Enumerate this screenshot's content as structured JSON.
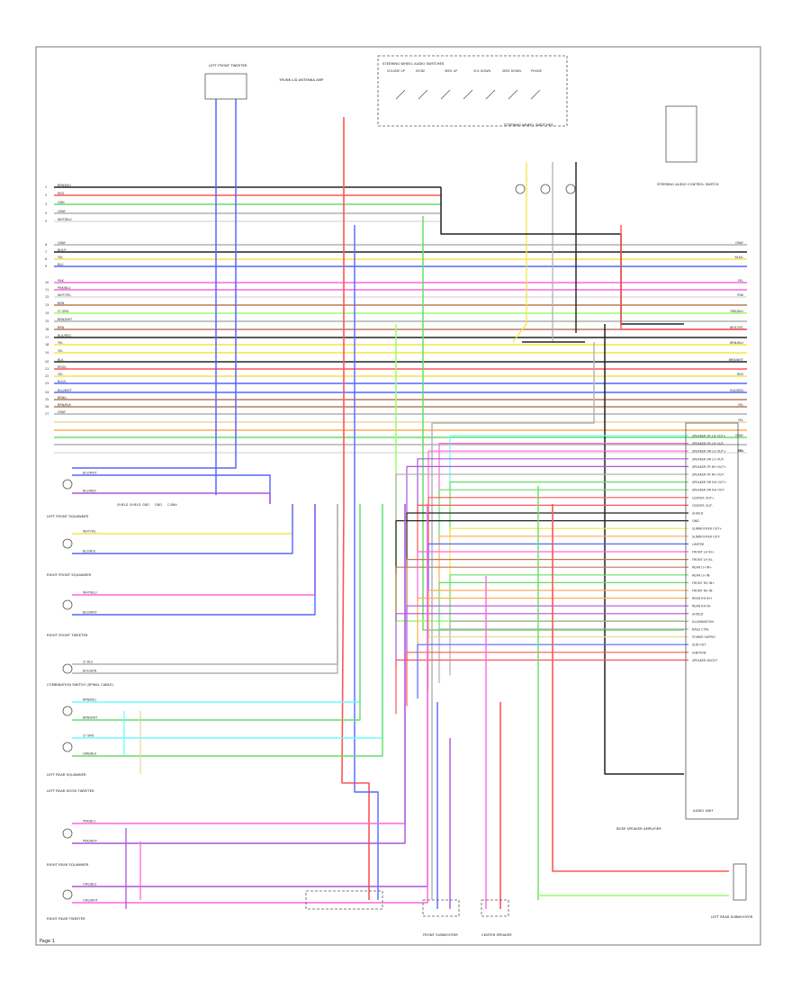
{
  "colors": {
    "BLACK": "#222222",
    "RED": "#ff5555",
    "GREEN": "#66dd66",
    "GRAY": "#b0b0b0",
    "WHITE": "#dddddd",
    "YELLOW": "#f2e64a",
    "PINK": "#ff66dd",
    "BLUE": "#5566ff",
    "LT GREEN": "#99ff66",
    "ORANGE": "#ffaa55",
    "BROWN": "#b97a57",
    "VIOLET": "#aa55dd",
    "LT BLUE": "#66ffff",
    "TAN": "#e8d8a0"
  },
  "components": [
    {
      "id": "left-front-tweeter",
      "label": "LEFT FRONT TWEETER"
    },
    {
      "id": "antenna-amp",
      "label": "TRUNK LID ANTENNA AMP"
    },
    {
      "id": "steering-switches",
      "label": "STEERING WHEEL AUDIO SWITCHES"
    },
    {
      "id": "steering-relays",
      "label": "STEERING WHEEL SWITCHES"
    },
    {
      "id": "combination-switch",
      "label": "COMBINATION SWITCH (SPIRAL CABLE)"
    },
    {
      "id": "steering-audio-control",
      "label": "STEERING AUDIO CONTROL SWITCH"
    },
    {
      "id": "left-front-speaker",
      "label": "LEFT FRONT SQUAWKER"
    },
    {
      "id": "right-front-speaker",
      "label": "RIGHT FRONT SQUAWKER"
    },
    {
      "id": "right-front-tweeter",
      "label": "RIGHT FRONT TWEETER"
    },
    {
      "id": "left-rear-speaker",
      "label": "LEFT REAR SQUAWKER"
    },
    {
      "id": "left-rear-tweeter",
      "label": "LEFT REAR DOOR TWEETER"
    },
    {
      "id": "right-rear-speaker",
      "label": "RIGHT REAR SQUAWKER"
    },
    {
      "id": "right-rear-tweeter",
      "label": "RIGHT REAR TWEETER"
    },
    {
      "id": "audio-unit",
      "label": "AUDIO UNIT"
    },
    {
      "id": "bose-amplifier",
      "label": "BOSE SPEAKER AMPLIFIER"
    },
    {
      "id": "front-subwoofer",
      "label": "FRONT SUBWOOFER"
    },
    {
      "id": "center-speaker",
      "label": "CENTER SPEAKER"
    },
    {
      "id": "left-rear-subwoofer",
      "label": "LEFT REAR SUBWOOFER"
    }
  ],
  "amp_pins": [
    "SPEAKER FR LH OUT+",
    "SPEAKER FR LH OUT-",
    "SPEAKER RR LH OUT+",
    "SPEAKER RR LH OUT-",
    "SPEAKER FR RH OUT+",
    "SPEAKER FR RH OUT-",
    "SPEAKER RR RH OUT+",
    "SPEAKER RR RH OUT-",
    "CENTER OUT+",
    "CENTER OUT-",
    "SHIELD",
    "GND",
    "SUBWOOFER OUT+",
    "SUBWOOFER OUT-",
    "LIMITER",
    "FRONT LH IN+",
    "FRONT LH IN-",
    "REAR LH IN+",
    "REAR LH IN-",
    "FRONT RH IN+",
    "FRONT RH IN-",
    "REAR RH IN+",
    "REAR RH IN-",
    "SHIELD",
    "ILLUMINATION",
    "BASS CTRL",
    "POWER SUPPLY",
    "SUB OUT",
    "IGNITION",
    "SPEAKER BOOST"
  ],
  "wire_labels": {
    "bus_left": [
      "BRN/BLU",
      "RED",
      "GRN",
      "GRAY",
      "WHT/BLU",
      "GRAY",
      "BLK/Y",
      "YEL",
      "BLU",
      "PNK",
      "PNK/BLU",
      "WHT/YEL",
      "BRN",
      "LT GRN",
      "BRN/WHT",
      "BRN",
      "BLK/RED",
      "YEL",
      "YEL",
      "BLK",
      "RED/L",
      "YEL",
      "BLU/L",
      "BLU/WHT",
      "BRN/L",
      "BRN/BLK",
      "GRAY"
    ],
    "bus_right": [
      "GRAY",
      "BLK/L",
      "YEL",
      "PNK",
      "PNK/BLU",
      "WHT/YEL",
      "BRN/BLU",
      "BRN/WHT",
      "RED",
      "BLK/RED",
      "YEL",
      "YEL",
      "GRAY",
      "YEL",
      "BLU"
    ],
    "speaker_lines": [
      "BLU/WHT",
      "BLU/RED",
      "WHT/YEL",
      "BLU/BLK",
      "WHT/BLU",
      "BLU/WHT",
      "LT BLU",
      "BLK/GRN",
      "BRN/BLU",
      "BRN/WHT",
      "LT GRN",
      "GRN/BLU",
      "PNK/BLU",
      "PNK/WHT",
      "ORG/BLU",
      "ORG/WHT",
      "WHT/RED",
      "WHT/GRN"
    ],
    "switch_headers": [
      "VOLUME UP",
      "MODE",
      "SEEK UP",
      "VOL DOWN",
      "SEEK DOWN",
      "PHONE"
    ],
    "misc": [
      "SHIELD",
      "SHIELD",
      "GND",
      "GND",
      "C-BNA"
    ]
  },
  "page_number": "Page 1"
}
